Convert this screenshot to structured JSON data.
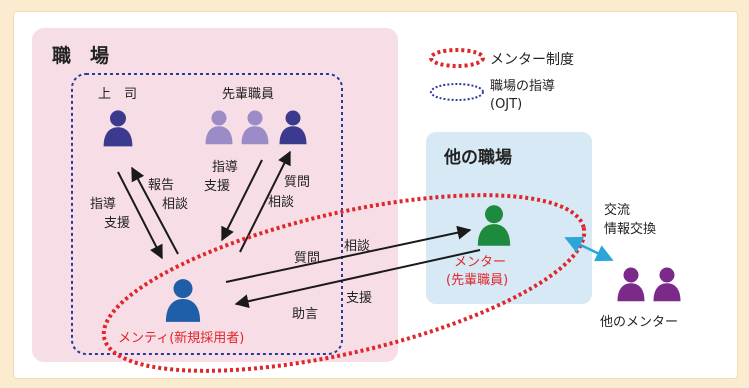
{
  "workplace": {
    "title": "職　場"
  },
  "boss": {
    "label": "上　司"
  },
  "seniors": {
    "label": "先輩職員"
  },
  "other_workplace": {
    "title": "他の職場"
  },
  "legend": {
    "mentor_system": "メンター制度",
    "ojt_line1": "職場の指導",
    "ojt_line2": "(OJT)"
  },
  "edges": {
    "guidance_support": [
      "指導",
      "支援"
    ],
    "report_consult": [
      "報告",
      "相談"
    ],
    "senior_guidance_support": [
      "指導",
      "支援"
    ],
    "question_consult": [
      "質問",
      "相談"
    ],
    "mentee_question": "質問",
    "mentee_consult": "相談",
    "mentor_advice": "助言",
    "mentor_support": "支援",
    "exchange": [
      "交流",
      "情報交換"
    ]
  },
  "mentor": {
    "line1": "メンター",
    "line2": "(先輩職員)"
  },
  "mentee": {
    "label": "メンティ(新規採用者)"
  },
  "other_mentors": {
    "label": "他のメンター"
  },
  "colors": {
    "background": "#fbeccf",
    "workplace_fill": "#f7dde6",
    "other_workplace_fill": "#d6e9f5",
    "mentor_dash": "#e0262a",
    "ojt_dash": "#2b3a9c",
    "boss_person": "#3b3a8f",
    "senior_person": "#9b8cc8",
    "mentor_person": "#1e8a3e",
    "mentee_person": "#1f5ea8",
    "other_mentor_person": "#7b2a8a",
    "exchange_arrow": "#2aa6d8",
    "red_text": "#e0262a"
  }
}
